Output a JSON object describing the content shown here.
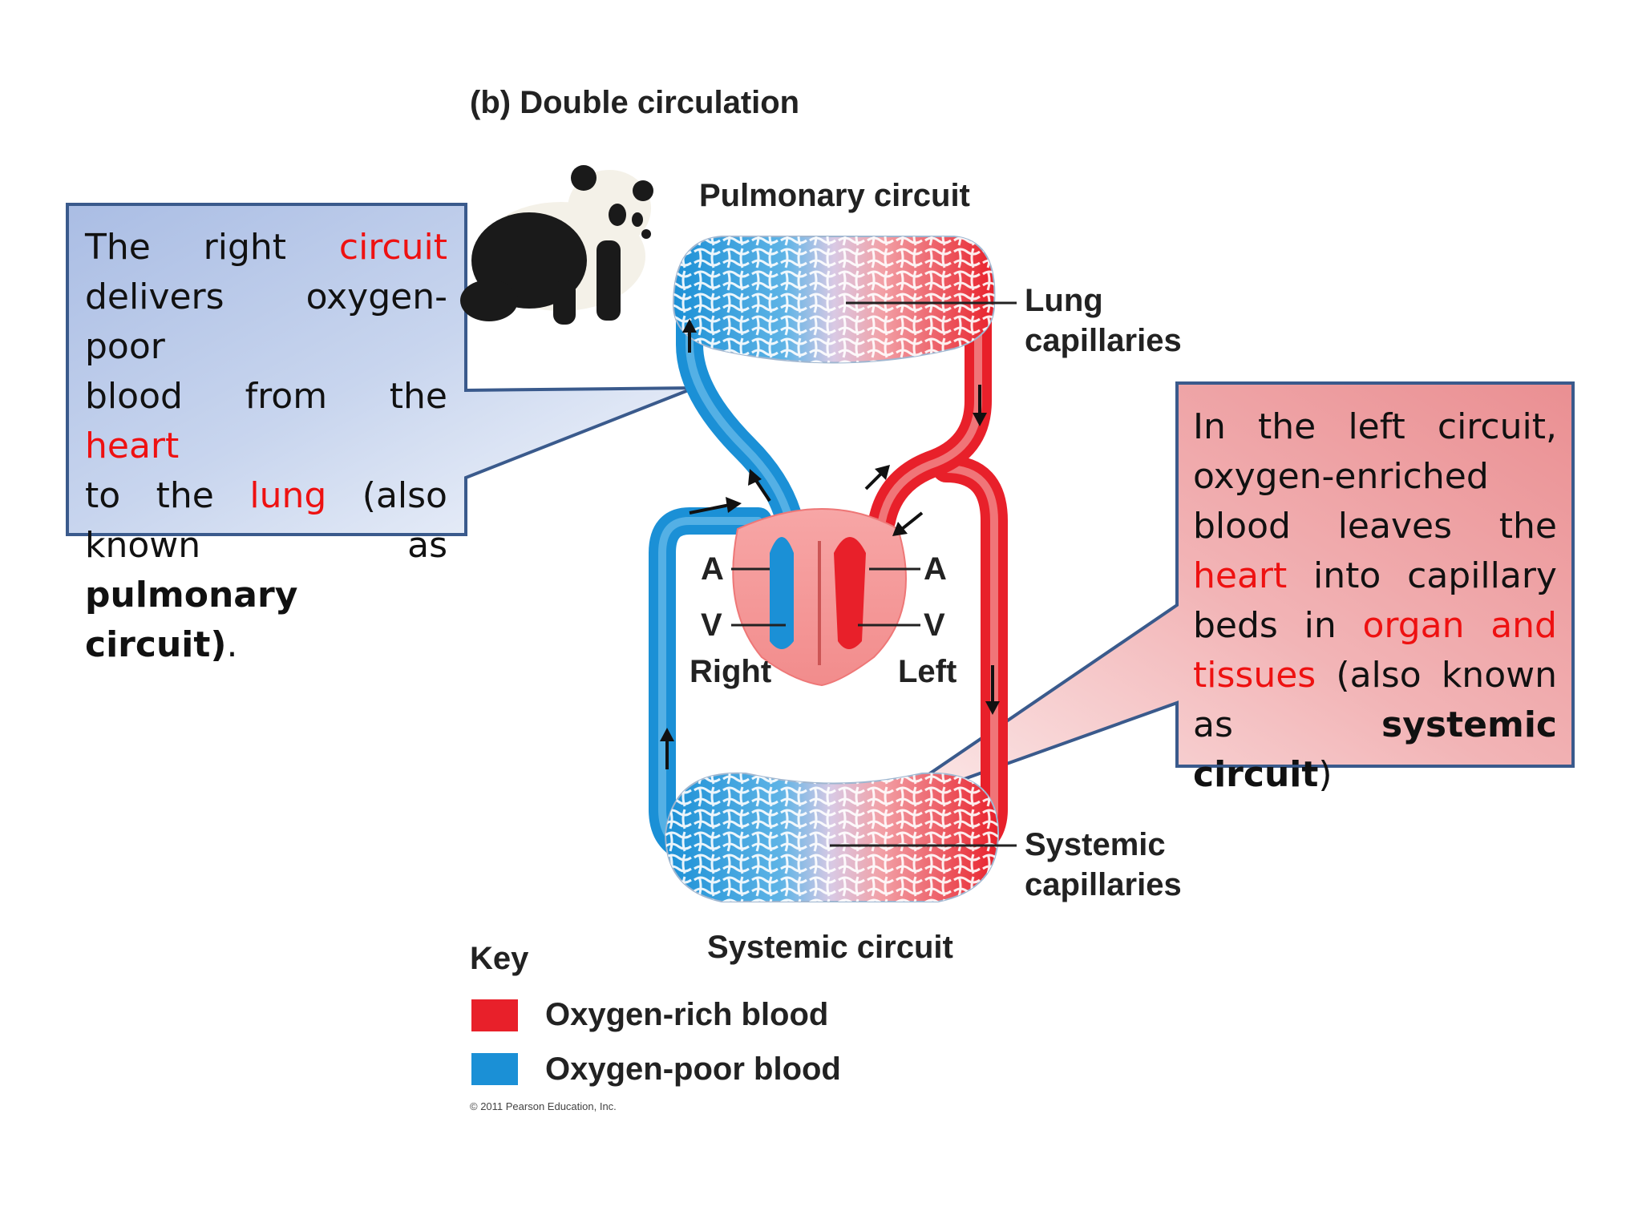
{
  "title": "(b) Double circulation",
  "labels": {
    "pulmonary_circuit": "Pulmonary circuit",
    "systemic_circuit": "Systemic circuit",
    "lung_capillaries_1": "Lung",
    "lung_capillaries_2": "capillaries",
    "systemic_capillaries_1": "Systemic",
    "systemic_capillaries_2": "capillaries",
    "atrium_right": "A",
    "atrium_left": "A",
    "ventricle_right": "V",
    "ventricle_left": "V",
    "right": "Right",
    "left": "Left"
  },
  "key": {
    "title": "Key",
    "items": [
      {
        "label": "Oxygen-rich blood",
        "color": "#e8202a"
      },
      {
        "label": "Oxygen-poor blood",
        "color": "#1b90d6"
      }
    ]
  },
  "copyright": "© 2011 Pearson Education, Inc.",
  "colors": {
    "blood_rich": "#e8202a",
    "blood_poor": "#1b90d6",
    "callout_border": "#3a5a8c",
    "highlight": "#ee1111"
  },
  "callout_left": {
    "w1": "The",
    "w2": "right",
    "w3": "circuit",
    "w4": "delivers",
    "w5": "oxygen-poor",
    "w6": "blood from the",
    "w7": "heart",
    "w8": "to",
    "w9": "the",
    "w10": "lung",
    "w11": "(also",
    "w12": "known as",
    "w13": "pulmonary",
    "w14": "circuit)",
    "w15": "."
  },
  "callout_right": {
    "w1": "In",
    "w2": "the",
    "w3": "left",
    "w4": "circuit,",
    "w5": "oxygen-enriched",
    "w6": "blood",
    "w7": "leaves",
    "w8": "the",
    "w9": "heart",
    "w10": "into",
    "w11": "capillary",
    "w12": "beds",
    "w13": "in",
    "w14": "organ",
    "w15": "and",
    "w16": "tissues",
    "w17": "(also",
    "w18": "known",
    "w19": "as",
    "w20": "systemic circuit",
    "w21": ")"
  },
  "panda_icon": "panda-icon"
}
